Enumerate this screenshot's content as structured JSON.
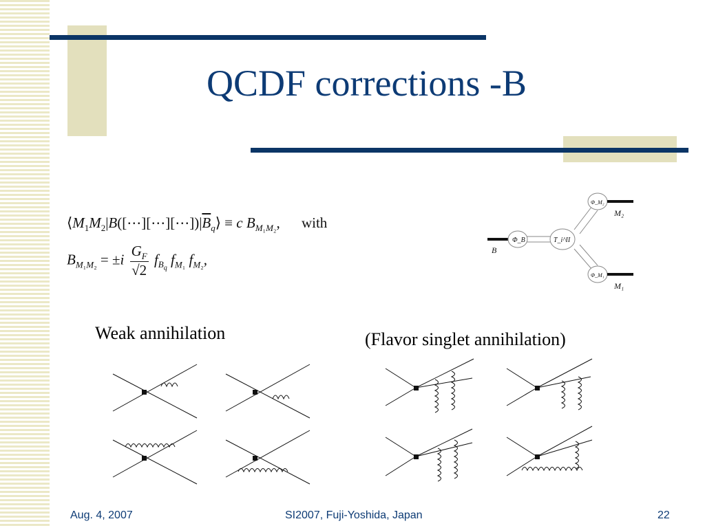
{
  "slide": {
    "title": "QCDF corrections -B",
    "formula_line1": {
      "lhs": "⟨M₁M₂|B([⋯][⋯][⋯])|B̄_q⟩ ≡ c B_{M₁M₂},",
      "connector": "with"
    },
    "formula_line2": "B_{M₁M₂} = ±i (G_F/√2) f_{B_q} f_{M₁} f_{M₂},",
    "diagram_labels": {
      "phi_b": "Φ_B",
      "t_kernel": "T_i^II",
      "phi_m1": "Φ_M₁",
      "phi_m2": "Φ_M₂",
      "b": "B",
      "m1": "M₁",
      "m2": "M₂"
    },
    "weak_annihilation_label": "Weak annihilation",
    "flavor_singlet_label": "(Flavor singlet annihilation)"
  },
  "footer": {
    "date": "Aug. 4, 2007",
    "venue": "SI2007, Fuji-Yoshida, Japan",
    "page": "22"
  },
  "colors": {
    "title_blue": "#0d3b75",
    "rule_navy": "#0b3566",
    "accent_beige": "#e3e0bd",
    "stripe_beige": "#ebe8c6"
  }
}
